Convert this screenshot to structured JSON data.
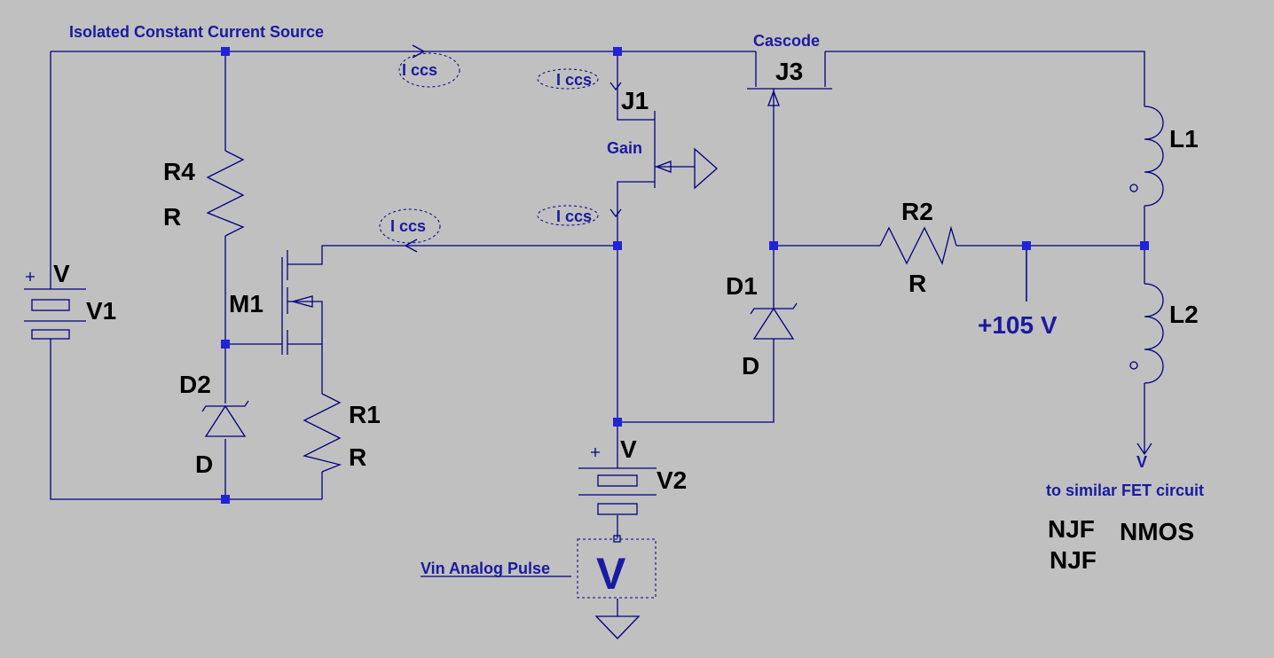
{
  "schematic": {
    "title": "Isolated Constant Current Source",
    "cascode_label": "Cascode",
    "gain_label": "Gain",
    "current_labels": [
      "I ccs",
      "I ccs",
      "I ccs",
      "I ccs"
    ],
    "components": {
      "V1": {
        "name": "V1",
        "value": "V"
      },
      "V2": {
        "name": "V2",
        "value": "V"
      },
      "R4": {
        "name": "R4",
        "value": "R"
      },
      "R1": {
        "name": "R1",
        "value": "R"
      },
      "R2": {
        "name": "R2",
        "value": "R"
      },
      "D1": {
        "name": "D1",
        "value": "D"
      },
      "D2": {
        "name": "D2",
        "value": "D"
      },
      "M1": {
        "name": "M1"
      },
      "J1": {
        "name": "J1"
      },
      "J3": {
        "name": "J3"
      },
      "L1": {
        "name": "L1"
      },
      "L2": {
        "name": "L2"
      }
    },
    "net_label_105": "+105 V",
    "output_pin_label": "V",
    "output_note": "to similar FET circuit",
    "vin_label": "Vin Analog Pulse",
    "vin_symbol": "V",
    "model_labels": [
      "NJF",
      "NJF",
      "NMOS"
    ],
    "colors": {
      "background": "#c0c0c0",
      "wire": "#000080",
      "node": "#1f24d6",
      "label": "#1a1aa0"
    }
  }
}
